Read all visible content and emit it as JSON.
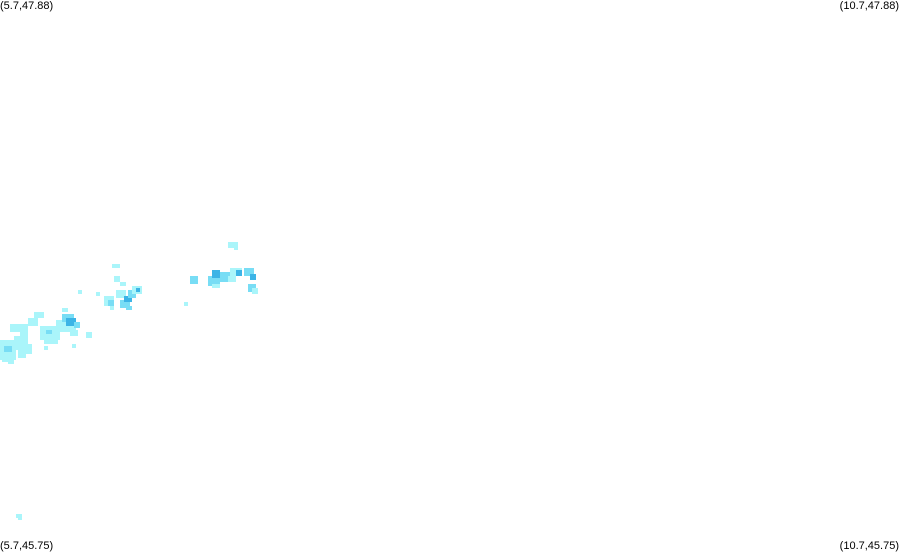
{
  "map": {
    "corners": {
      "top_left": "(5.7,47.88)",
      "top_right": "(10.7,47.88)",
      "bottom_left": "(5.7,45.75)",
      "bottom_right": "(10.7,45.75)"
    },
    "intensity_colors": {
      "light": "#aaf5fa",
      "medium": "#78ddf5",
      "strong": "#3cb4e6"
    }
  }
}
